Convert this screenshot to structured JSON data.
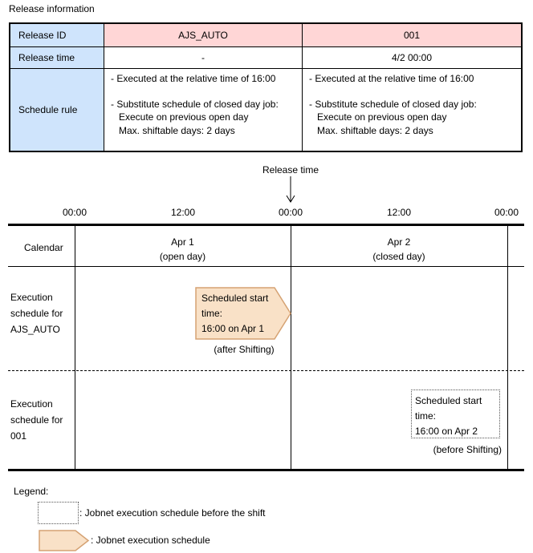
{
  "title": "Release information",
  "release_table": {
    "row_headers": [
      "Release ID",
      "Release time",
      "Schedule rule"
    ],
    "columns": [
      {
        "release_id": "AJS_AUTO",
        "release_time": "-",
        "rules": {
          "line1": "- Executed at the relative time of 16:00",
          "line2": "- Substitute schedule of closed day job:",
          "line3": "Execute on previous open day",
          "line4": "Max. shiftable days: 2 days"
        }
      },
      {
        "release_id": "001",
        "release_time": "4/2 00:00",
        "rules": {
          "line1": "- Executed at the relative time of 16:00",
          "line2": "- Substitute schedule of closed day job:",
          "line3": "Execute on previous open day",
          "line4": "Max. shiftable days: 2 days"
        }
      }
    ]
  },
  "timeline": {
    "release_time_label": "Release time",
    "ticks": [
      "00:00",
      "12:00",
      "00:00",
      "12:00",
      "00:00"
    ],
    "calendar": {
      "label": "Calendar",
      "day1": "Apr 1",
      "day1_note": "(open day)",
      "day2": "Apr 2",
      "day2_note": "(closed day)"
    },
    "row_ajs_auto": {
      "label_lines": [
        "Execution",
        "schedule for",
        "AJS_AUTO"
      ],
      "callout_lines": [
        "Scheduled start",
        "time:",
        "16:00 on Apr 1"
      ],
      "note": "(after Shifting)"
    },
    "row_001": {
      "label_lines": [
        "Execution",
        "schedule for",
        "001"
      ],
      "callout_lines": [
        "Scheduled start",
        "time:",
        "16:00 on Apr 2"
      ],
      "note": "(before Shifting)"
    }
  },
  "legend": {
    "title": "Legend:",
    "items": [
      {
        "swatch": "dotted-box",
        "label": ": Jobnet execution schedule before the shift"
      },
      {
        "swatch": "solid-arrow",
        "label": ": Jobnet execution schedule"
      }
    ]
  },
  "colors": {
    "header_blue": "#cfe4fc",
    "header_pink": "#ffd6d6",
    "callout_fill": "#f9e1c7",
    "callout_border": "#d5a273",
    "line_black": "#000000"
  }
}
